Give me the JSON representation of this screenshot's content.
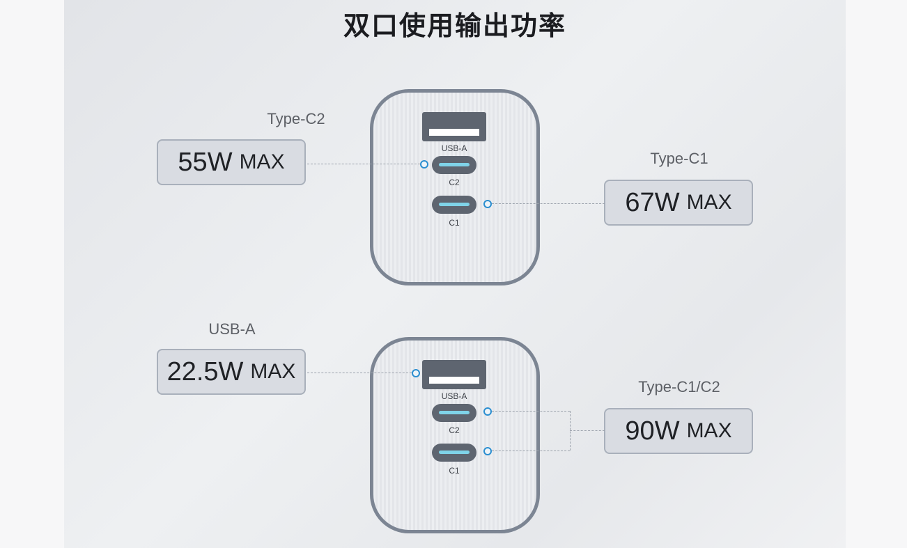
{
  "title": "双口使用输出功率",
  "top_scenario": {
    "left": {
      "port": "Type-C2",
      "watts": "55W",
      "unit": "MAX"
    },
    "right": {
      "port": "Type-C1",
      "watts": "67W",
      "unit": "MAX"
    },
    "charger_labels": {
      "usba": "USB-A",
      "c2": "C2",
      "c1": "C1"
    }
  },
  "bottom_scenario": {
    "left": {
      "port": "USB-A",
      "watts": "22.5W",
      "unit": "MAX"
    },
    "right": {
      "port": "Type-C1/C2",
      "watts": "90W",
      "unit": "MAX"
    },
    "charger_labels": {
      "usba": "USB-A",
      "c2": "C2",
      "c1": "C1"
    }
  },
  "colors": {
    "port_metal": "#5e6570",
    "pin_accent": "#7fd3e8",
    "connector_dot": "#2b8ed0",
    "charger_outline": "#7c8593"
  }
}
